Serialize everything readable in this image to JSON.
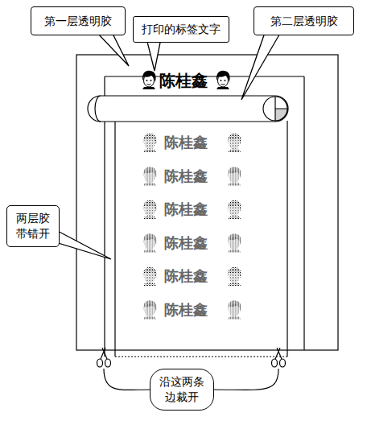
{
  "diagram": {
    "nodes": [
      {
        "text": [
          "第一层透明胶"
        ]
      },
      {
        "text": [
          "打印的标签文字"
        ]
      },
      {
        "text": [
          "第二层透明胶"
        ]
      },
      {
        "text": [
          "两层胶带错开"
        ]
      },
      {
        "text": [
          "沿这两条边裁开"
        ]
      }
    ],
    "labels": [
      "陈桂鑫",
      "陈桂鑫",
      "陈桂鑫",
      "陈桂鑫",
      "陈桂鑫",
      "陈桂鑫",
      "陈桂鑫"
    ]
  }
}
